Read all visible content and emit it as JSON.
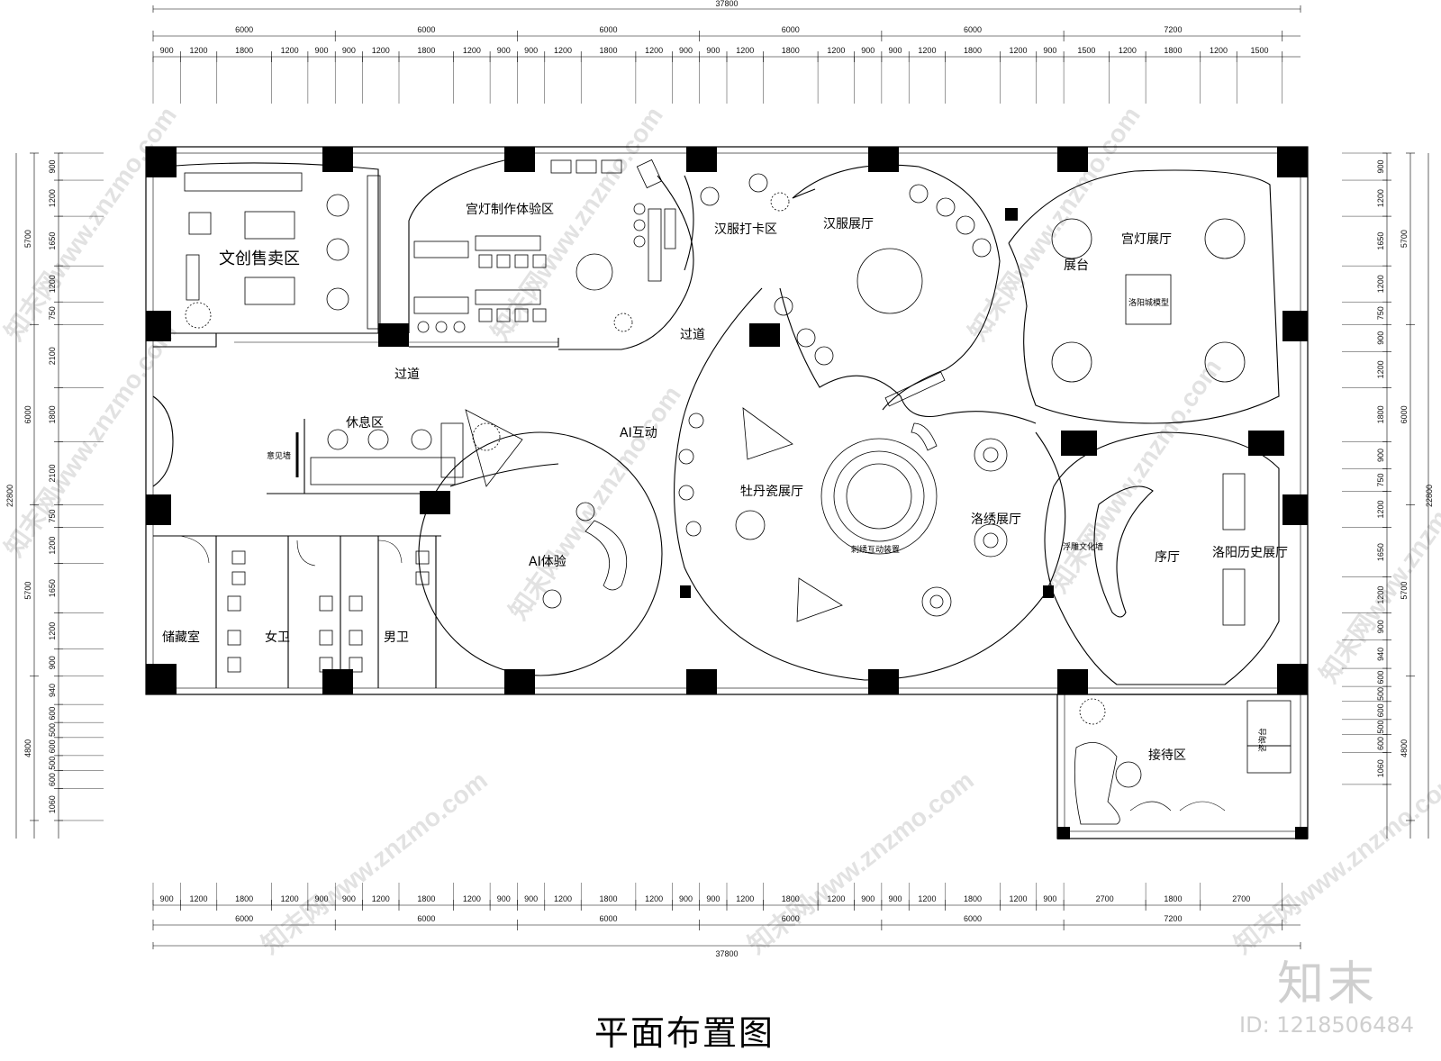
{
  "title": "平面布置图",
  "watermark": {
    "brand": "知末",
    "id": "ID: 1218506484",
    "diagonal": "知末网www.znzmo.com"
  },
  "dimensions": {
    "overall": "37800",
    "top_bays": [
      "6000",
      "6000",
      "6000",
      "6000",
      "6000",
      "7200"
    ],
    "top_segments": [
      "900",
      "1200",
      "1800",
      "1200",
      "900",
      "900",
      "1200",
      "1800",
      "1200",
      "900",
      "900",
      "1200",
      "1800",
      "1200",
      "900",
      "900",
      "1200",
      "1800",
      "1200",
      "900",
      "900",
      "1200",
      "1800",
      "1200",
      "900",
      "1500",
      "1200",
      "1800",
      "1200",
      "1500"
    ],
    "bottom_bays": [
      "6000",
      "6000",
      "6000",
      "6000",
      "6000",
      "7200"
    ],
    "bottom_segments": [
      "900",
      "1200",
      "1800",
      "1200",
      "900",
      "900",
      "1200",
      "1800",
      "1200",
      "900",
      "900",
      "1200",
      "1800",
      "1200",
      "900",
      "900",
      "1200",
      "1800",
      "1200",
      "900",
      "900",
      "1200",
      "1800",
      "1200",
      "900",
      "2700",
      "1800",
      "2700"
    ],
    "side_total": "22800",
    "side_bays": [
      "5700",
      "6000",
      "5700",
      "4800"
    ],
    "side_segments": [
      "900",
      "1200",
      "1650",
      "1200",
      "750",
      "2100",
      "1800",
      "2100",
      "750",
      "1200",
      "1650",
      "1200",
      "900",
      "940",
      "600",
      "500",
      "600",
      "500",
      "600",
      "1060"
    ],
    "right_bays": [
      "5700",
      "6000",
      "5700",
      "4800"
    ],
    "right_segments": [
      "900",
      "1200",
      "1650",
      "1200",
      "750",
      "900",
      "1200",
      "1800",
      "900",
      "750",
      "1200",
      "1650",
      "1200",
      "900",
      "940",
      "600",
      "500",
      "600",
      "500",
      "600",
      "1060"
    ]
  },
  "rooms": {
    "wenchuang": "文创售卖区",
    "gongdeng_zhizuo": "宫灯制作体验区",
    "hanfu_daka": "汉服打卡区",
    "hanfu_zhanting": "汉服展厅",
    "zhantai": "展台",
    "gongdeng_zhanting": "宫灯展厅",
    "luoyang_model": "洛阳城模型",
    "guodao_top": "过道",
    "guodao_left": "过道",
    "xiuxi": "休息区",
    "yijianqiang": "意见墙",
    "ai_hudong": "AI互动",
    "mudan": "牡丹瓷展厅",
    "cixiu": "刺绣互动装置",
    "luoxiu": "洛绣展厅",
    "fudiao": "浮雕文化墙",
    "xuting": "序厅",
    "luoyang_history": "洛阳历史展厅",
    "ai_tiyan": "AI体验",
    "chucang": "储藏室",
    "nvwei": "女卫",
    "nanwei": "男卫",
    "jiedai": "接待区",
    "zixuntai": "咨询台"
  }
}
